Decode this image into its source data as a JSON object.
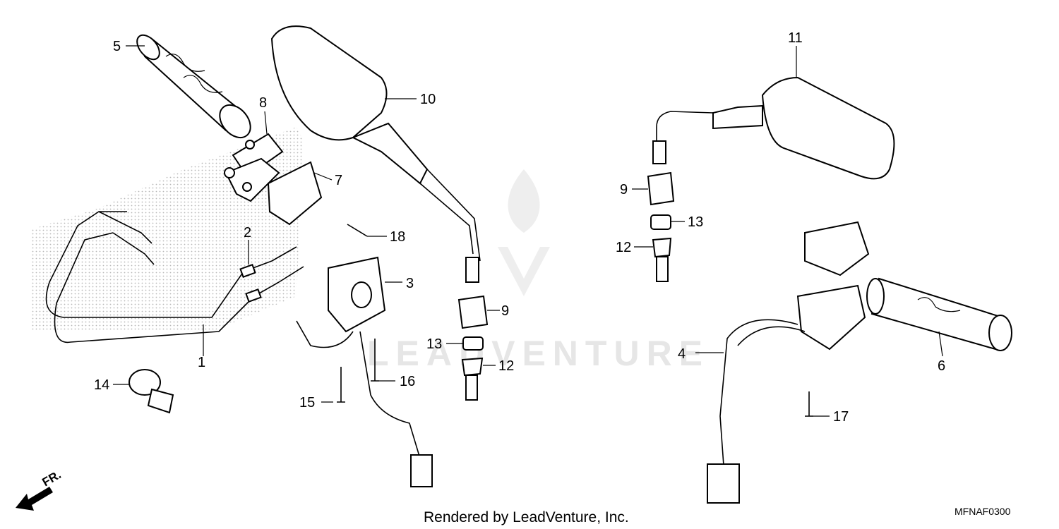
{
  "watermark": {
    "text": "LEADVENTURE"
  },
  "footer": {
    "rendered_by": "Rendered by LeadVenture, Inc.",
    "diagram_code": "MFNAF0300"
  },
  "direction": {
    "label": "FR."
  },
  "callouts": [
    {
      "id": "c1",
      "label": "1"
    },
    {
      "id": "c2",
      "label": "2"
    },
    {
      "id": "c3",
      "label": "3"
    },
    {
      "id": "c4",
      "label": "4"
    },
    {
      "id": "c5",
      "label": "5"
    },
    {
      "id": "c6",
      "label": "6"
    },
    {
      "id": "c7",
      "label": "7"
    },
    {
      "id": "c8",
      "label": "8"
    },
    {
      "id": "c9a",
      "label": "9"
    },
    {
      "id": "c9b",
      "label": "9"
    },
    {
      "id": "c10",
      "label": "10"
    },
    {
      "id": "c11",
      "label": "11"
    },
    {
      "id": "c12a",
      "label": "12"
    },
    {
      "id": "c12b",
      "label": "12"
    },
    {
      "id": "c13a",
      "label": "13"
    },
    {
      "id": "c13b",
      "label": "13"
    },
    {
      "id": "c14",
      "label": "14"
    },
    {
      "id": "c15",
      "label": "15"
    },
    {
      "id": "c16",
      "label": "16"
    },
    {
      "id": "c17",
      "label": "17"
    },
    {
      "id": "c18",
      "label": "18"
    }
  ]
}
